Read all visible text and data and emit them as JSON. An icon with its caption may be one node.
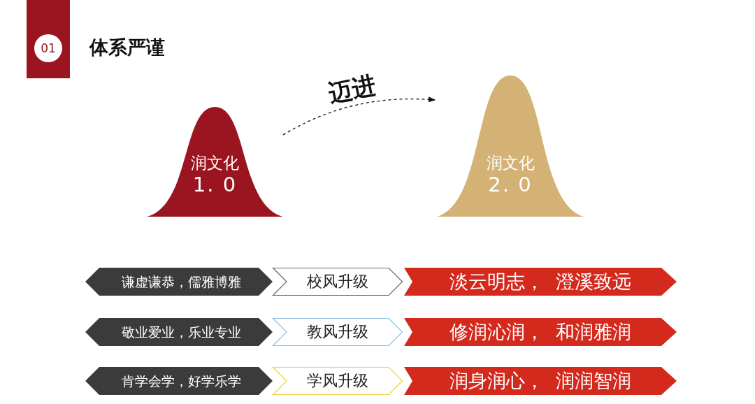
{
  "diagram": {
    "title": "体系严谨",
    "nodes": [
      {
        "text": [
          "01"
        ]
      },
      {
        "text": [
          "润文化",
          "1. 0"
        ]
      },
      {
        "text": [
          "润文化",
          "2. 0"
        ]
      },
      {
        "text": [
          "谦虚谦恭，儒雅博雅"
        ]
      },
      {
        "text": [
          "校风升级"
        ]
      },
      {
        "text": [
          "淡云明志，  澄溪致远"
        ]
      },
      {
        "text": [
          "敬业爱业，乐业专业"
        ]
      },
      {
        "text": [
          "教风升级"
        ]
      },
      {
        "text": [
          "修润沁润，  和润雅润"
        ]
      },
      {
        "text": [
          "肯学会学，好学乐学"
        ]
      },
      {
        "text": [
          "学风升级"
        ]
      },
      {
        "text": [
          "润身润心，  润润智润"
        ]
      }
    ],
    "edges": [
      {
        "from": 1,
        "to": 2,
        "arrow": "to",
        "style": "dashed",
        "label": "迈进"
      }
    ]
  }
}
